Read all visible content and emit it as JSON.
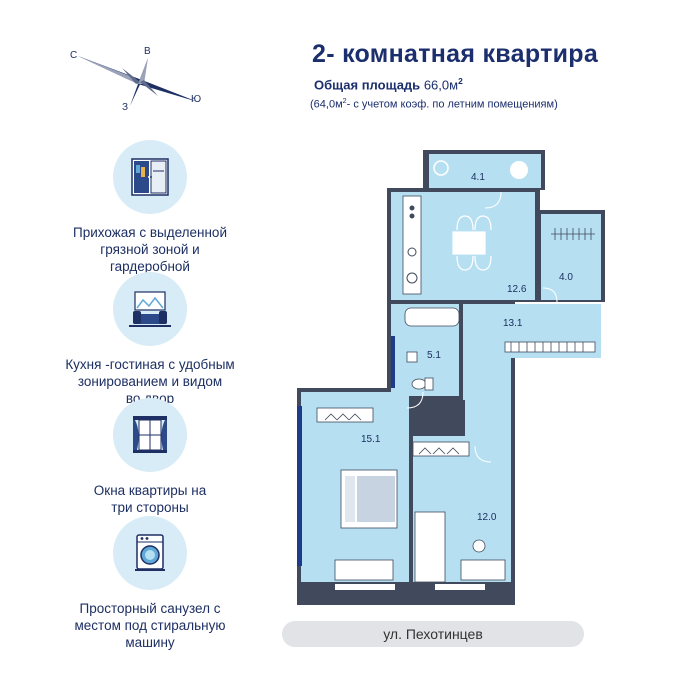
{
  "title": "2- комнатная  квартира",
  "area": {
    "label": "Общая площадь",
    "value": "66,0м",
    "sup": "2"
  },
  "note": {
    "pre": "(64,0м",
    "sup": "2",
    "post": "- с учетом коэф. по летним помещениям)"
  },
  "compass": {
    "north": "В",
    "west": "С",
    "east": "Ю",
    "south": "З"
  },
  "features": [
    {
      "icon": "wardrobe-icon",
      "lines": [
        "Прихожая с выделенной",
        "грязной зоной  и",
        "гардеробной"
      ]
    },
    {
      "icon": "kitchen-living-icon",
      "lines": [
        "Кухня -гостиная с удобным",
        "зонированием и видом",
        "во двор"
      ]
    },
    {
      "icon": "window-icon",
      "lines": [
        "Окна квартиры на",
        "три стороны"
      ]
    },
    {
      "icon": "washing-machine-icon",
      "lines": [
        "Просторный санузел с",
        "местом под стиральную",
        "машину"
      ]
    }
  ],
  "rooms": {
    "balcony": "4.1",
    "kitchen": "12.6",
    "storage": "4.0",
    "hall": "13.1",
    "bathroom": "5.1",
    "bedroom": "15.1",
    "child_room": "12.0"
  },
  "street": "ул. Пехотинцев",
  "colors": {
    "brand": "#1b2e6d",
    "room_fill": "#b6e0f1",
    "icon_bg": "#d7ecf6",
    "wall": "#ffffff",
    "window_accent": "#1e3a8a"
  }
}
